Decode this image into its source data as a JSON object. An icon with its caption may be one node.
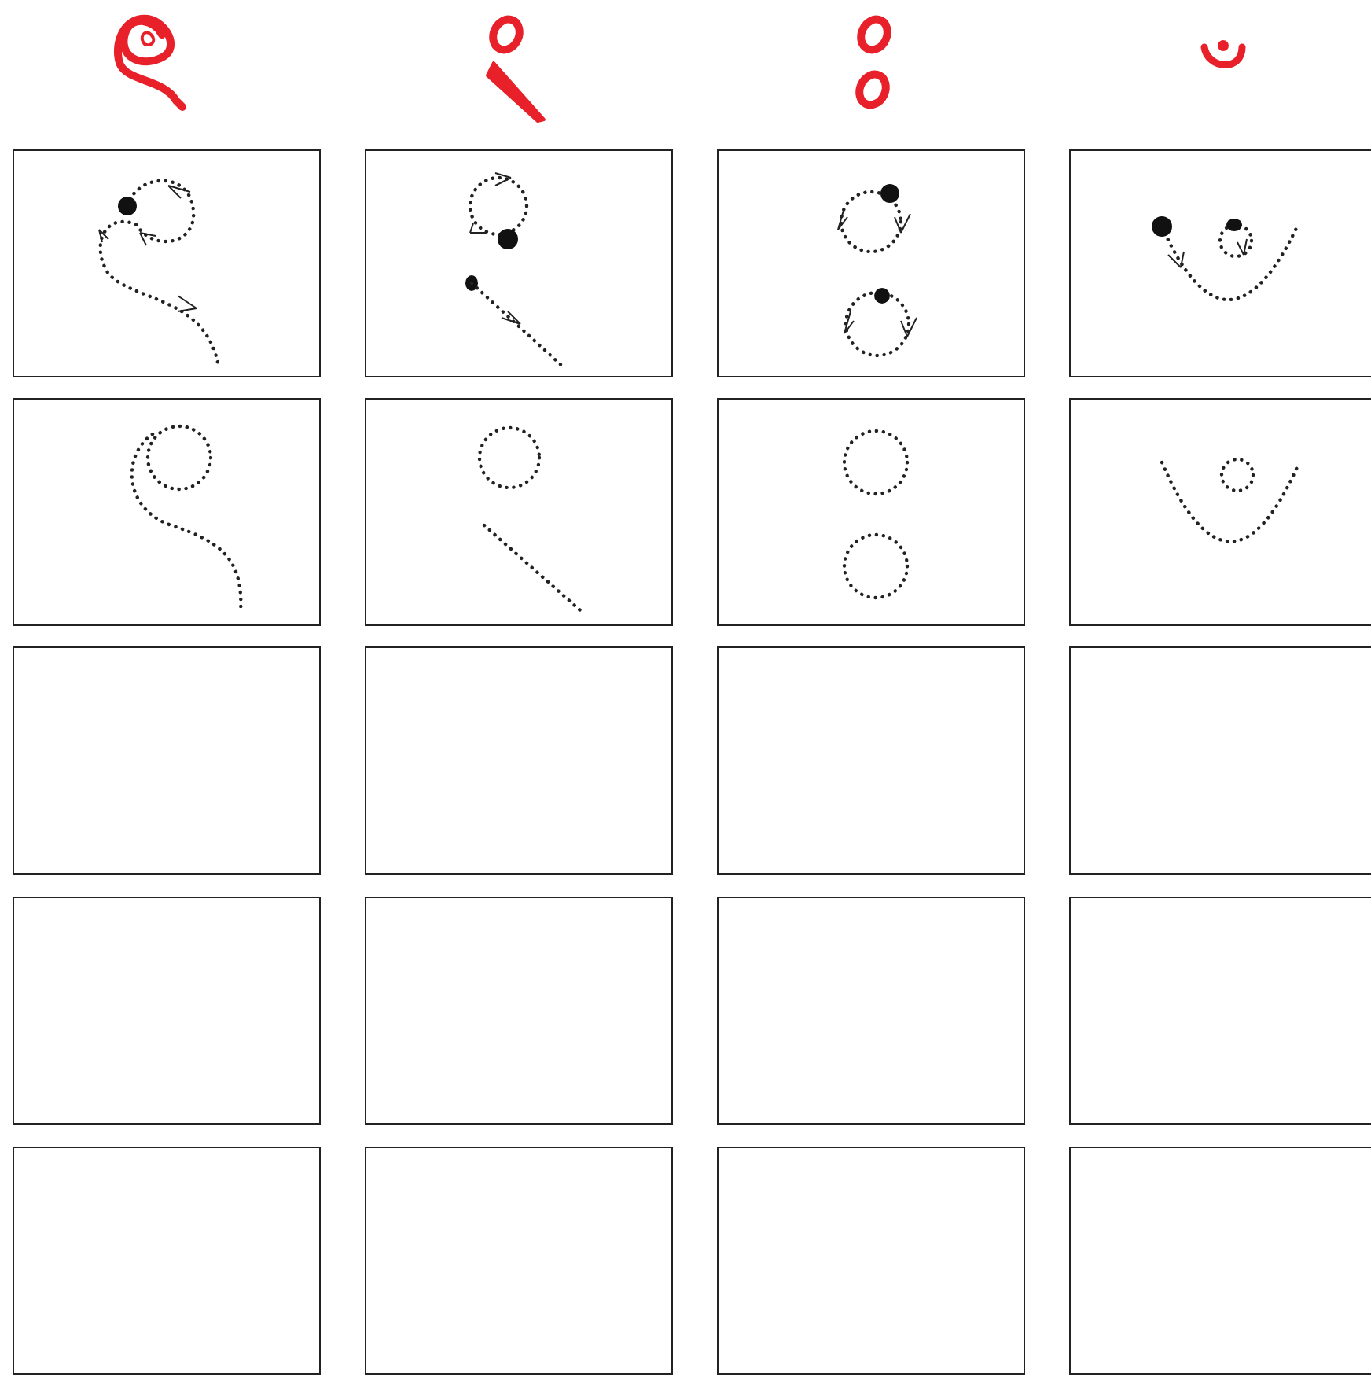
{
  "diagram": {
    "nodes": [
      {
        "text": [],
        "shape": "box"
      },
      {
        "text": [],
        "shape": "box"
      },
      {
        "text": [],
        "shape": "box"
      },
      {
        "text": [],
        "shape": "box"
      },
      {
        "text": [],
        "shape": "box"
      },
      {
        "text": [],
        "shape": "box"
      },
      {
        "text": [],
        "shape": "box"
      },
      {
        "text": [],
        "shape": "box"
      },
      {
        "text": [],
        "shape": "box"
      },
      {
        "text": [],
        "shape": "box"
      },
      {
        "text": [],
        "shape": "box"
      },
      {
        "text": [],
        "shape": "box"
      },
      {
        "text": [],
        "shape": "box"
      },
      {
        "text": [],
        "shape": "box"
      },
      {
        "text": [],
        "shape": "box"
      },
      {
        "text": [],
        "shape": "box"
      },
      {
        "text": [],
        "shape": "box"
      },
      {
        "text": [],
        "shape": "box"
      },
      {
        "text": [],
        "shape": "box"
      },
      {
        "text": [],
        "shape": "box"
      }
    ]
  }
}
